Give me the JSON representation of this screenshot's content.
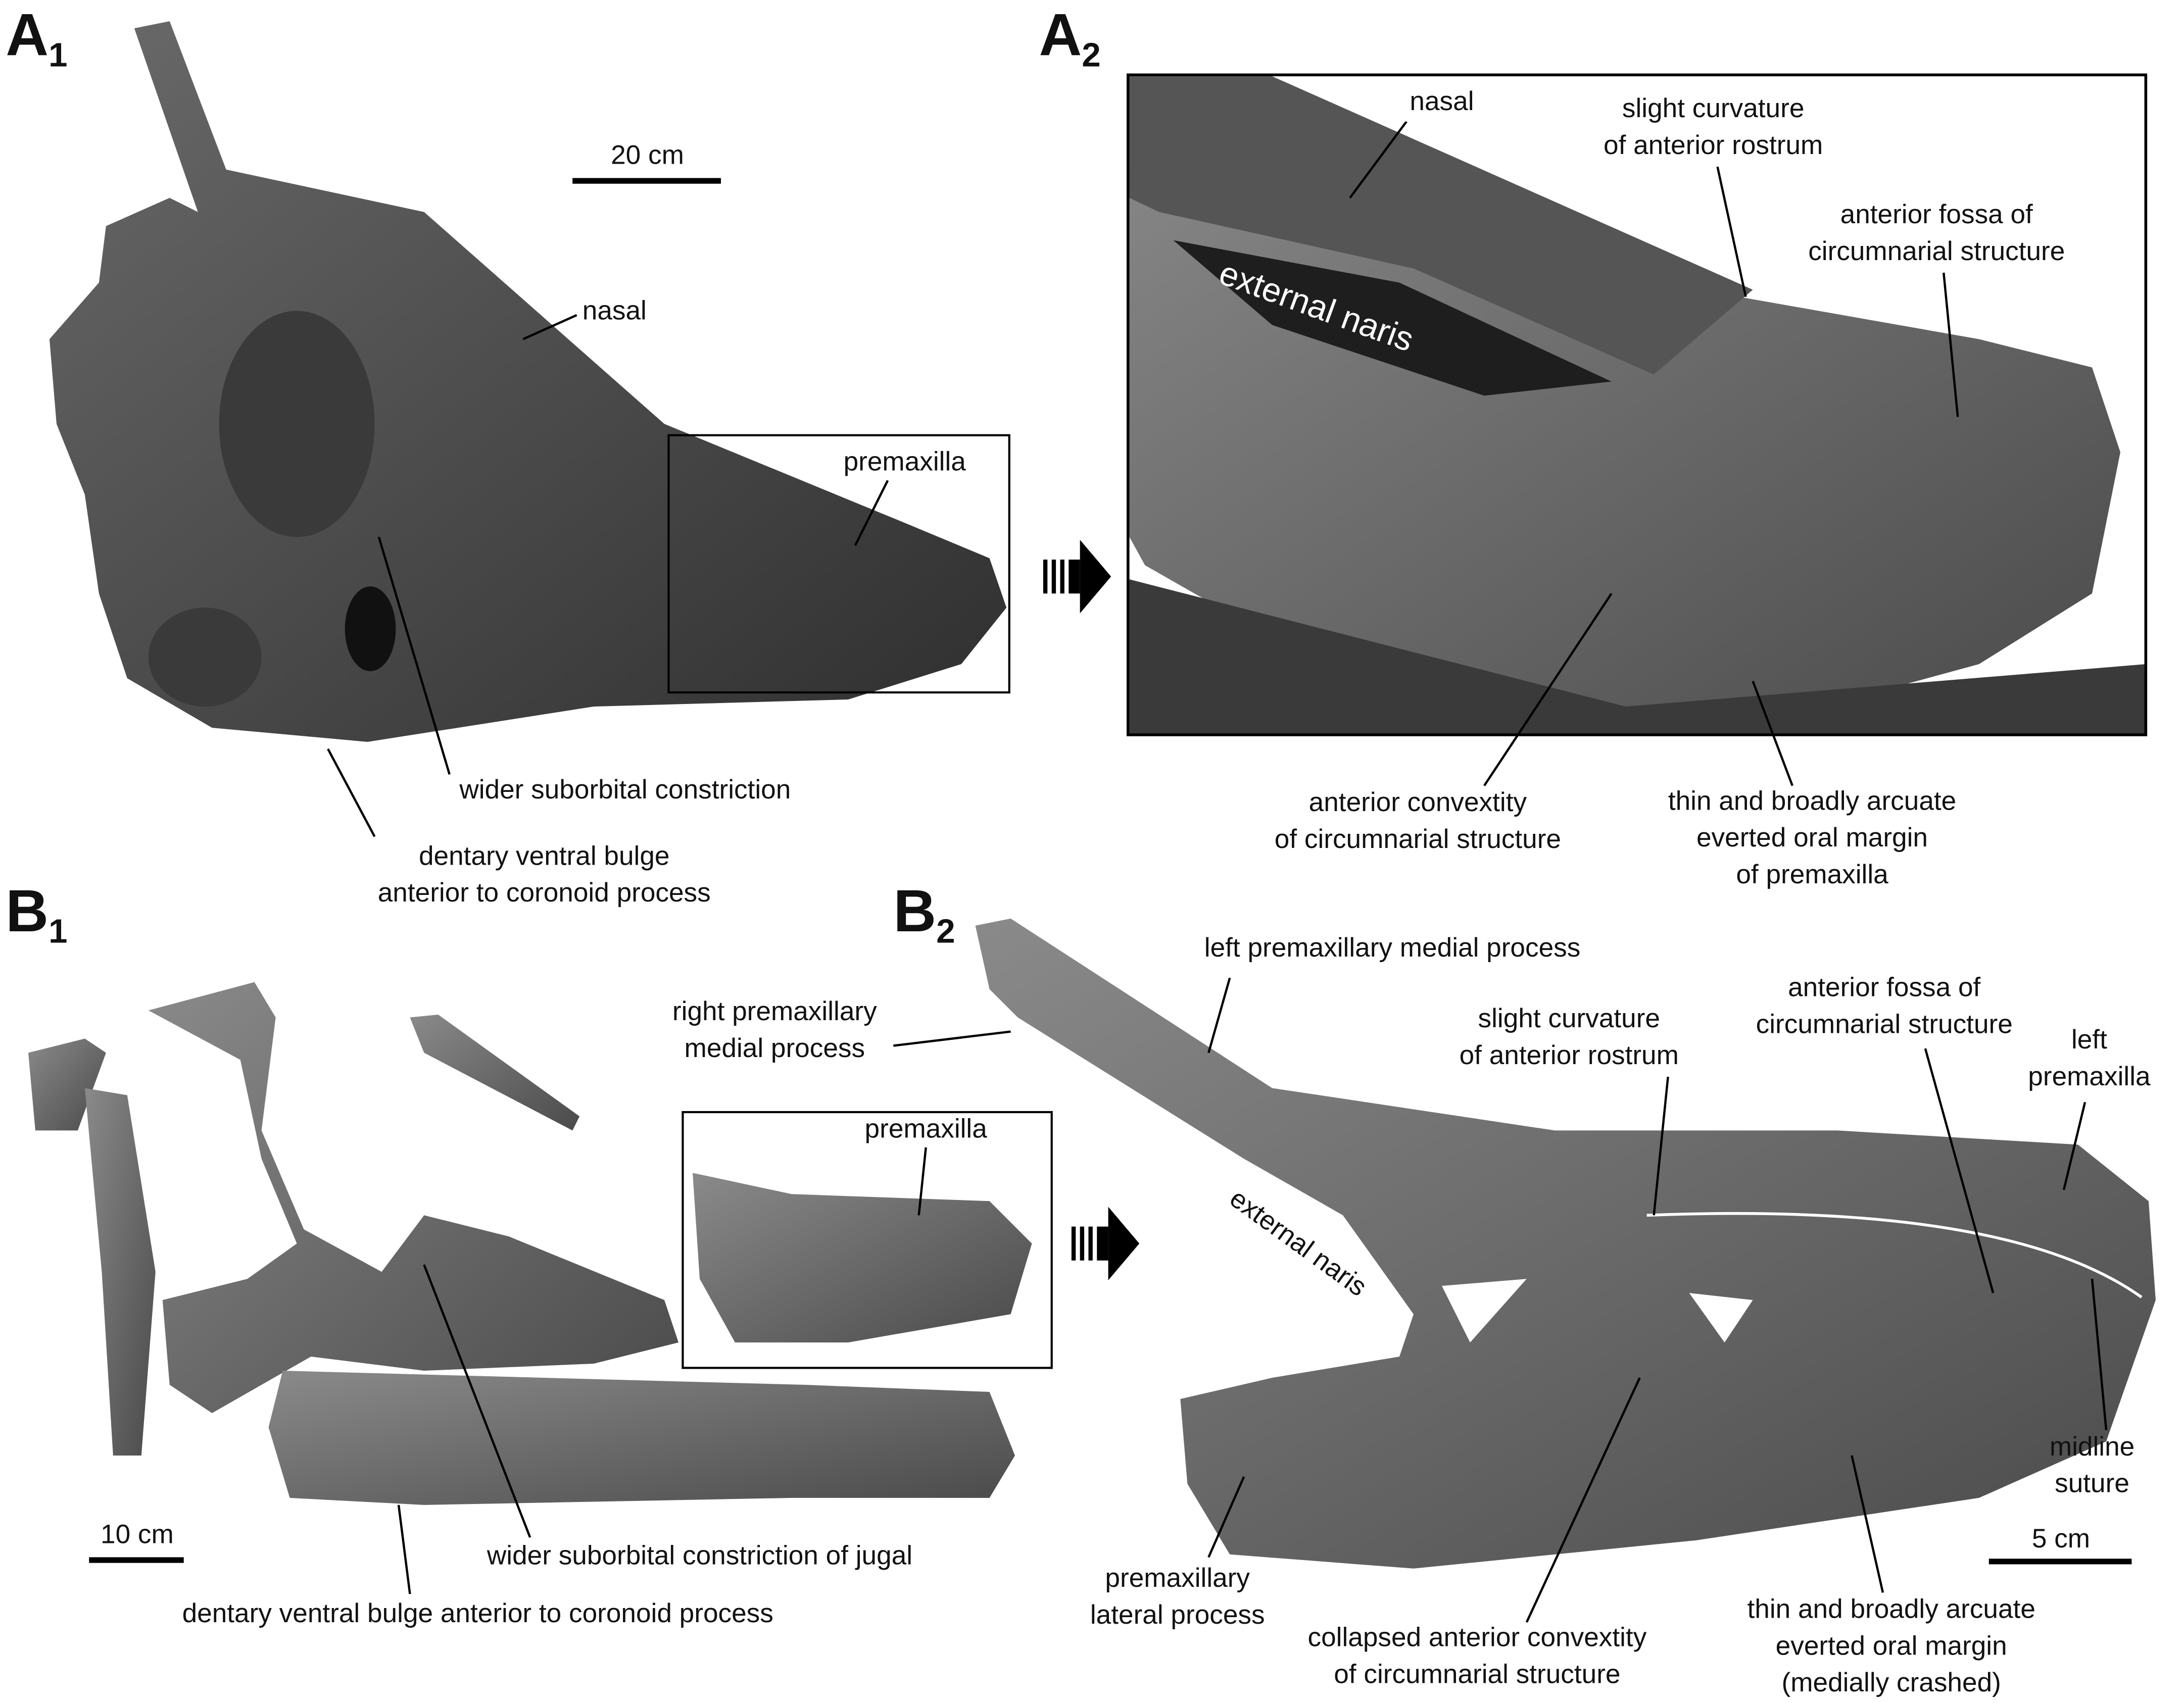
{
  "panels": [
    {
      "letter": "A",
      "sub": "1"
    },
    {
      "letter": "A",
      "sub": "2"
    },
    {
      "letter": "B",
      "sub": "1"
    },
    {
      "letter": "B",
      "sub": "2"
    }
  ],
  "a1": {
    "scale_bar": "20 cm",
    "nasal": "nasal",
    "premaxilla": "premaxilla",
    "suborbital": "wider suborbital constriction",
    "dentary": [
      "dentary ventral bulge",
      "anterior to coronoid process"
    ]
  },
  "a2": {
    "nasal": "nasal",
    "curvature": [
      "slight curvature",
      "of anterior rostrum"
    ],
    "fossa": [
      "anterior fossa of",
      "circumnarial structure"
    ],
    "naris": "external naris",
    "convexity": [
      "anterior convextity",
      "of circumnarial structure"
    ],
    "margin": [
      "thin and broadly arcuate",
      "everted oral margin",
      "of premaxilla"
    ]
  },
  "b1": {
    "premaxilla": "premaxilla",
    "scale_bar": "10 cm",
    "suborbital": "wider suborbital constriction of jugal",
    "dentary": "dentary ventral bulge anterior to coronoid process"
  },
  "b2": {
    "left_medial": "left premaxillary medial process",
    "right_medial": [
      "right premaxillary",
      "medial process"
    ],
    "curvature": [
      "slight curvature",
      "of anterior rostrum"
    ],
    "fossa": [
      "anterior fossa of",
      "circumnarial structure"
    ],
    "left_premaxilla": [
      "left",
      "premaxilla"
    ],
    "naris": "external naris",
    "midline": [
      "midline",
      "suture"
    ],
    "scale_bar": "5 cm",
    "lateral": [
      "premaxillary",
      "lateral process"
    ],
    "convexity": [
      "collapsed anterior convextity",
      "of circumnarial structure"
    ],
    "margin": [
      "thin and broadly arcuate",
      "everted oral margin",
      "(medially crashed)"
    ]
  }
}
